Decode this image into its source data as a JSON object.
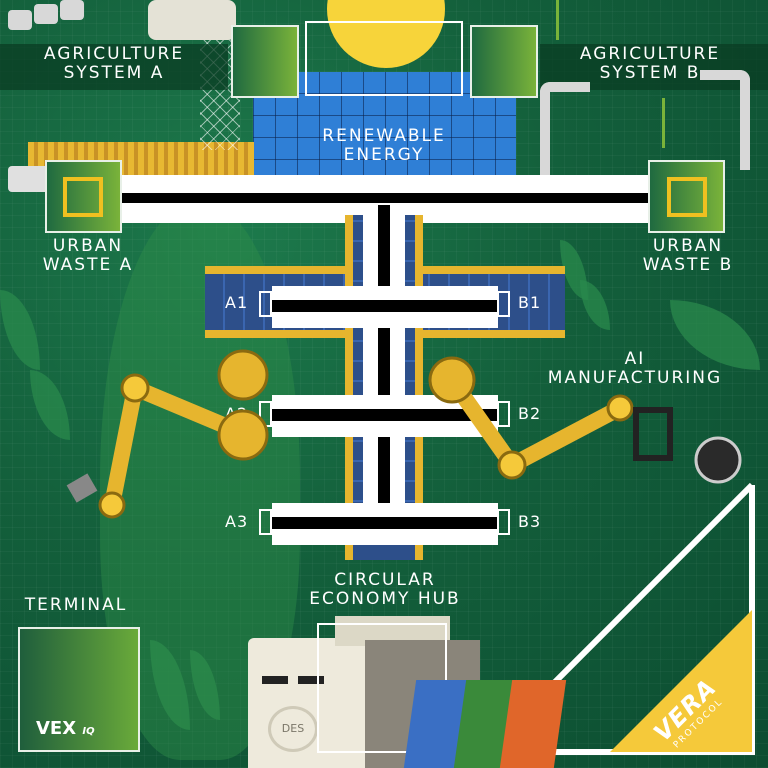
{
  "field": {
    "zones": {
      "agriculture_a": "AGRICULTURE\nSYSTEM A",
      "agriculture_b": "AGRICULTURE\nSYSTEM B",
      "renewable_energy": "RENEWABLE\nENERGY",
      "urban_waste_a": "URBAN\nWASTE A",
      "urban_waste_b": "URBAN\nWASTE B",
      "ai_manufacturing": "AI\nMANUFACTURING",
      "circular_economy_hub": "CIRCULAR\nECONOMY HUB",
      "terminal": "TERMINAL"
    },
    "slots": {
      "a1": "A1",
      "a2": "A2",
      "a3": "A3",
      "b1": "B1",
      "b2": "B2",
      "b3": "B3"
    },
    "branding": {
      "vex_logo": "VEX",
      "vex_suffix": "IQ",
      "protocol_logo": "VERA",
      "protocol_sub": "PROTOCOL",
      "des_logo": "DES"
    }
  },
  "colors": {
    "background": "#135f3b",
    "track_white": "#ffffff",
    "track_black": "#000000",
    "accent_yellow": "#f5c93a",
    "solar_blue": "#2f7fd6",
    "sun": "#f7d43a",
    "bin_blue": "#3a6fc4",
    "bin_green": "#3a8a3a",
    "bin_orange": "#e0662a"
  }
}
